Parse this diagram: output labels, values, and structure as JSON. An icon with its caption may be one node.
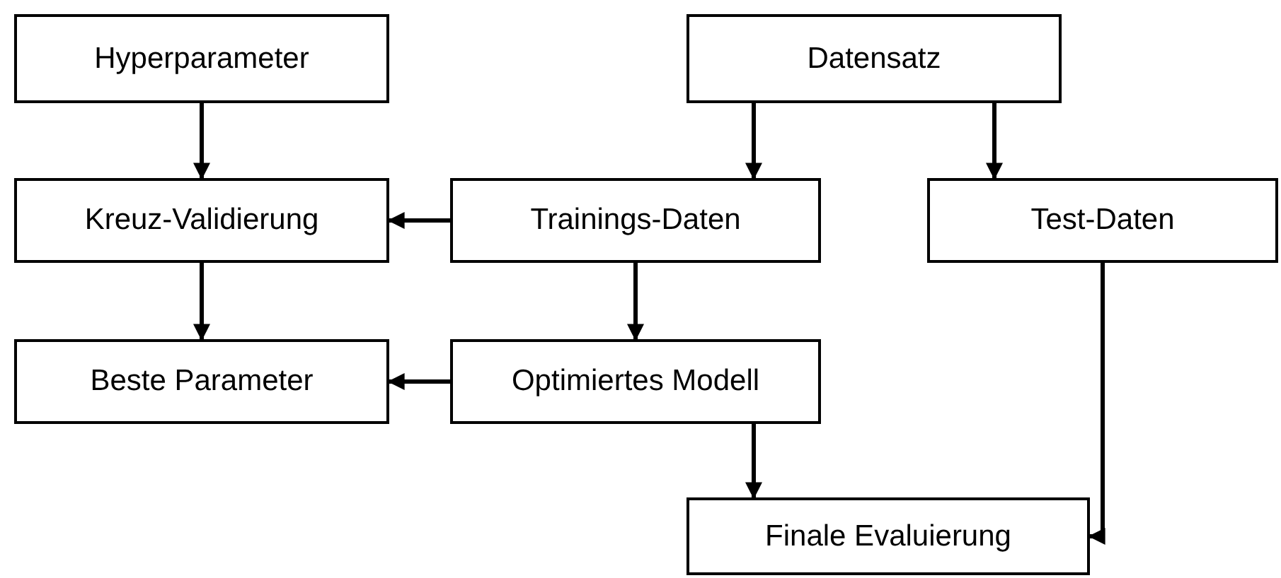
{
  "diagram": {
    "nodes": [
      {
        "text": [
          "Hyperparameter"
        ]
      },
      {
        "text": [
          "Datensatz"
        ]
      },
      {
        "text": [
          "Kreuz-Validierung"
        ]
      },
      {
        "text": [
          "Trainings-Daten"
        ]
      },
      {
        "text": [
          "Test-Daten"
        ]
      },
      {
        "text": [
          "Beste Parameter"
        ]
      },
      {
        "text": [
          "Optimiertes Modell"
        ]
      },
      {
        "text": [
          "Finale Evaluierung"
        ]
      }
    ],
    "edges": [
      {
        "from": 0,
        "to": 2,
        "arrow": "to"
      },
      {
        "from": 1,
        "to": 3,
        "arrow": "to"
      },
      {
        "from": 1,
        "to": 4,
        "arrow": "to"
      },
      {
        "from": 3,
        "to": 2,
        "arrow": "to"
      },
      {
        "from": 2,
        "to": 5,
        "arrow": "to"
      },
      {
        "from": 3,
        "to": 6,
        "arrow": "to"
      },
      {
        "from": 6,
        "to": 5,
        "arrow": "to"
      },
      {
        "from": 6,
        "to": 7,
        "arrow": "to"
      },
      {
        "from": 4,
        "to": 7,
        "arrow": "to"
      }
    ]
  }
}
